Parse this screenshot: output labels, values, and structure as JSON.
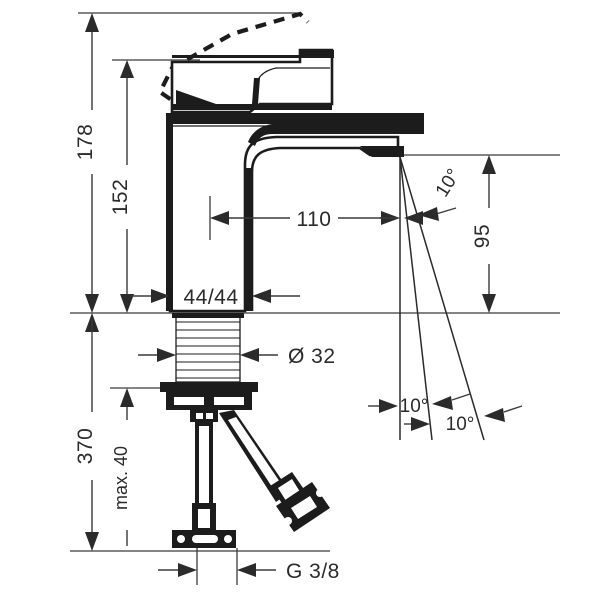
{
  "drawing": {
    "title": "Single-lever basin mixer dimension drawing",
    "units": "mm",
    "background_color": "#ffffff",
    "line_color": "#1c1c1c",
    "dimension_color": "#2b2b2b"
  },
  "dimensions": {
    "height_total": "178",
    "height_handle": "152",
    "spout_reach": "110",
    "base_size": "44/44",
    "shank_diameter": "Ø 32",
    "spout_height": "95",
    "hose_length": "370",
    "max_thickness": "max. 40",
    "thread_size": "G 3/8"
  },
  "angles": {
    "top_right": "10°",
    "bottom_left": "10°",
    "bottom_right": "10°"
  },
  "labels": [
    {
      "id": "dim-178",
      "text": "178",
      "orientation": "vertical"
    },
    {
      "id": "dim-152",
      "text": "152",
      "orientation": "vertical"
    },
    {
      "id": "dim-110",
      "text": "110",
      "orientation": "horizontal"
    },
    {
      "id": "dim-4444",
      "text": "44/44",
      "orientation": "horizontal"
    },
    {
      "id": "dim-d32",
      "text": "Ø 32",
      "orientation": "horizontal"
    },
    {
      "id": "dim-95",
      "text": "95",
      "orientation": "vertical"
    },
    {
      "id": "dim-370",
      "text": "370",
      "orientation": "vertical"
    },
    {
      "id": "dim-max40",
      "text": "max. 40",
      "orientation": "vertical"
    },
    {
      "id": "dim-g38",
      "text": "G 3/8",
      "orientation": "horizontal"
    },
    {
      "id": "ang-10-top",
      "text": "10°",
      "orientation": "rotated"
    },
    {
      "id": "ang-10-bl",
      "text": "10°",
      "orientation": "horizontal"
    },
    {
      "id": "ang-10-br",
      "text": "10°",
      "orientation": "horizontal"
    }
  ]
}
